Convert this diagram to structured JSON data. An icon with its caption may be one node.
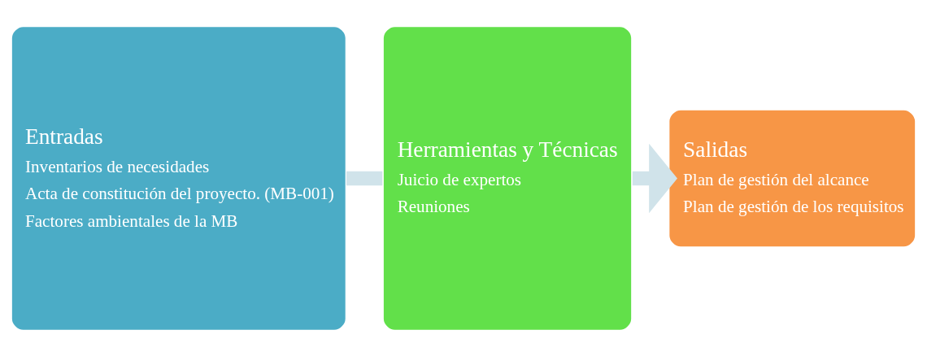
{
  "diagram": {
    "nodes": [
      {
        "text": [
          "Entradas",
          "Inventarios de necesidades",
          "Acta de constitución del proyecto. (MB-001)",
          "Factores ambientales de la MB"
        ]
      },
      {
        "text": [
          "Herramientas y Técnicas",
          "Juicio de expertos",
          "Reuniones"
        ]
      },
      {
        "text": [
          "Salidas",
          "Plan de gestión del alcance",
          "Plan de gestión de los requisitos"
        ]
      }
    ],
    "edges": [
      {
        "from": 0,
        "to": 1,
        "arrow": "none"
      },
      {
        "from": 1,
        "to": 2,
        "arrow": "to"
      }
    ]
  }
}
